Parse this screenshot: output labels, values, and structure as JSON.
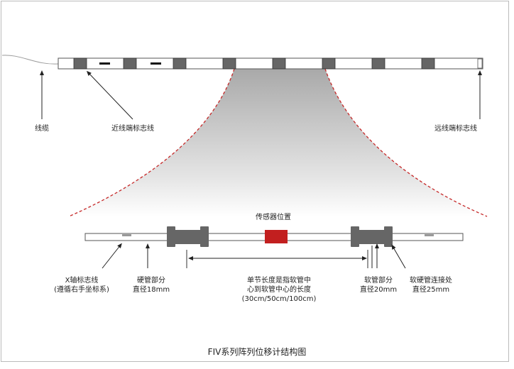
{
  "labels": {
    "cable": "线缆",
    "near_end_mark": "近线端标志线",
    "far_end_mark": "远线端标志线",
    "sensor_position": "传感器位置",
    "x_axis_mark": [
      "X轴标志线",
      "(遵循右手坐标系)"
    ],
    "rigid_pipe": [
      "硬管部分",
      "直径18mm"
    ],
    "segment_length": [
      "单节长度是指软管中",
      "心到软管中心的长度",
      "(30cm/50cm/100cm)"
    ],
    "soft_pipe": [
      "软管部分",
      "直径20mm"
    ],
    "joint": [
      "软硬管连接处",
      "直径25mm"
    ]
  },
  "caption": "FIV系列阵列位移计结构图",
  "colors": {
    "sensor": "#c21f1f",
    "block": "#666666",
    "dashed_curve": "#c62828",
    "border": "#bbbbbb"
  }
}
